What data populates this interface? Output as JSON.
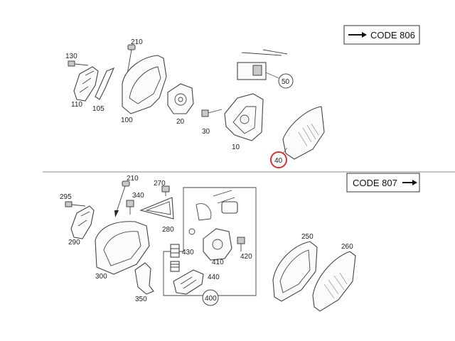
{
  "codes": {
    "top": "CODE  806",
    "bottom": "CODE  807",
    "arrow_icon": "right-arrow-icon"
  },
  "parts": {
    "p130": "130",
    "p110": "110",
    "p105": "105",
    "p210a": "210",
    "p100": "100",
    "p20": "20",
    "p30": "30",
    "p10": "10",
    "p50": "50",
    "p40": "40",
    "p295": "295",
    "p290": "290",
    "p210b": "210",
    "p340": "340",
    "p270": "270",
    "p280": "280",
    "p300": "300",
    "p350": "350",
    "p430": "430",
    "p410": "410",
    "p420": "420",
    "p440": "440",
    "p400": "400",
    "p250": "250",
    "p260": "260"
  },
  "colors": {
    "highlight": "#d9322b",
    "ink": "#444444"
  }
}
